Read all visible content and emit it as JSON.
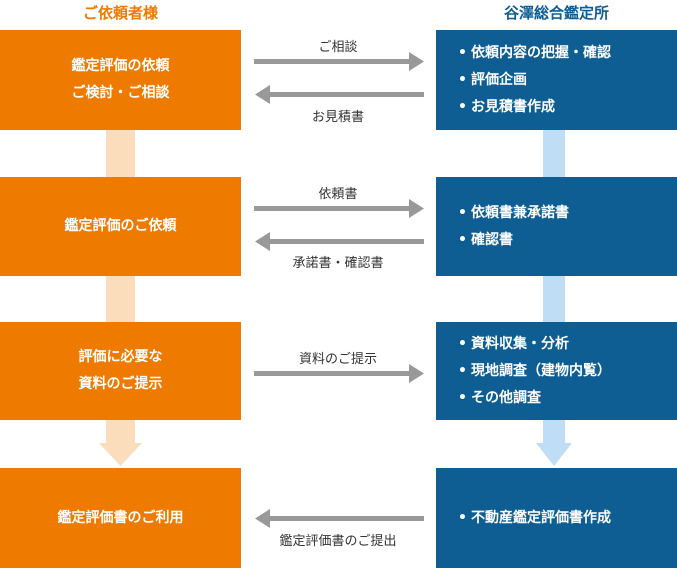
{
  "titles": {
    "client": "ご依頼者様",
    "firm": "谷澤総合鑑定所"
  },
  "colors": {
    "orange": "#EE7A00",
    "blue": "#0E5E94",
    "orange_light": "#FCDDBB",
    "blue_light": "#BFDDF5",
    "arrow_gray": "#999999"
  },
  "steps": [
    {
      "client": [
        "鑑定評価の依頼",
        "ご検討・ご相談"
      ],
      "firm": [
        "依頼内容の把握・確認",
        "評価企画",
        "お見積書作成"
      ],
      "to_firm": "ご相談",
      "to_client": "お見積書"
    },
    {
      "client": [
        "鑑定評価のご依頼"
      ],
      "firm": [
        "依頼書兼承諾書",
        "確認書"
      ],
      "to_firm": "依頼書",
      "to_client": "承諾書・確認書"
    },
    {
      "client": [
        "評価に必要な",
        "資料のご提示"
      ],
      "firm": [
        "資料収集・分析",
        "現地調査（建物内覧）",
        "その他調査"
      ],
      "to_firm": "資料のご提示",
      "to_client": ""
    },
    {
      "client": [
        "鑑定評価書のご利用"
      ],
      "firm": [
        "不動産鑑定評価書作成"
      ],
      "to_firm": "",
      "to_client": "鑑定評価書のご提出"
    }
  ]
}
